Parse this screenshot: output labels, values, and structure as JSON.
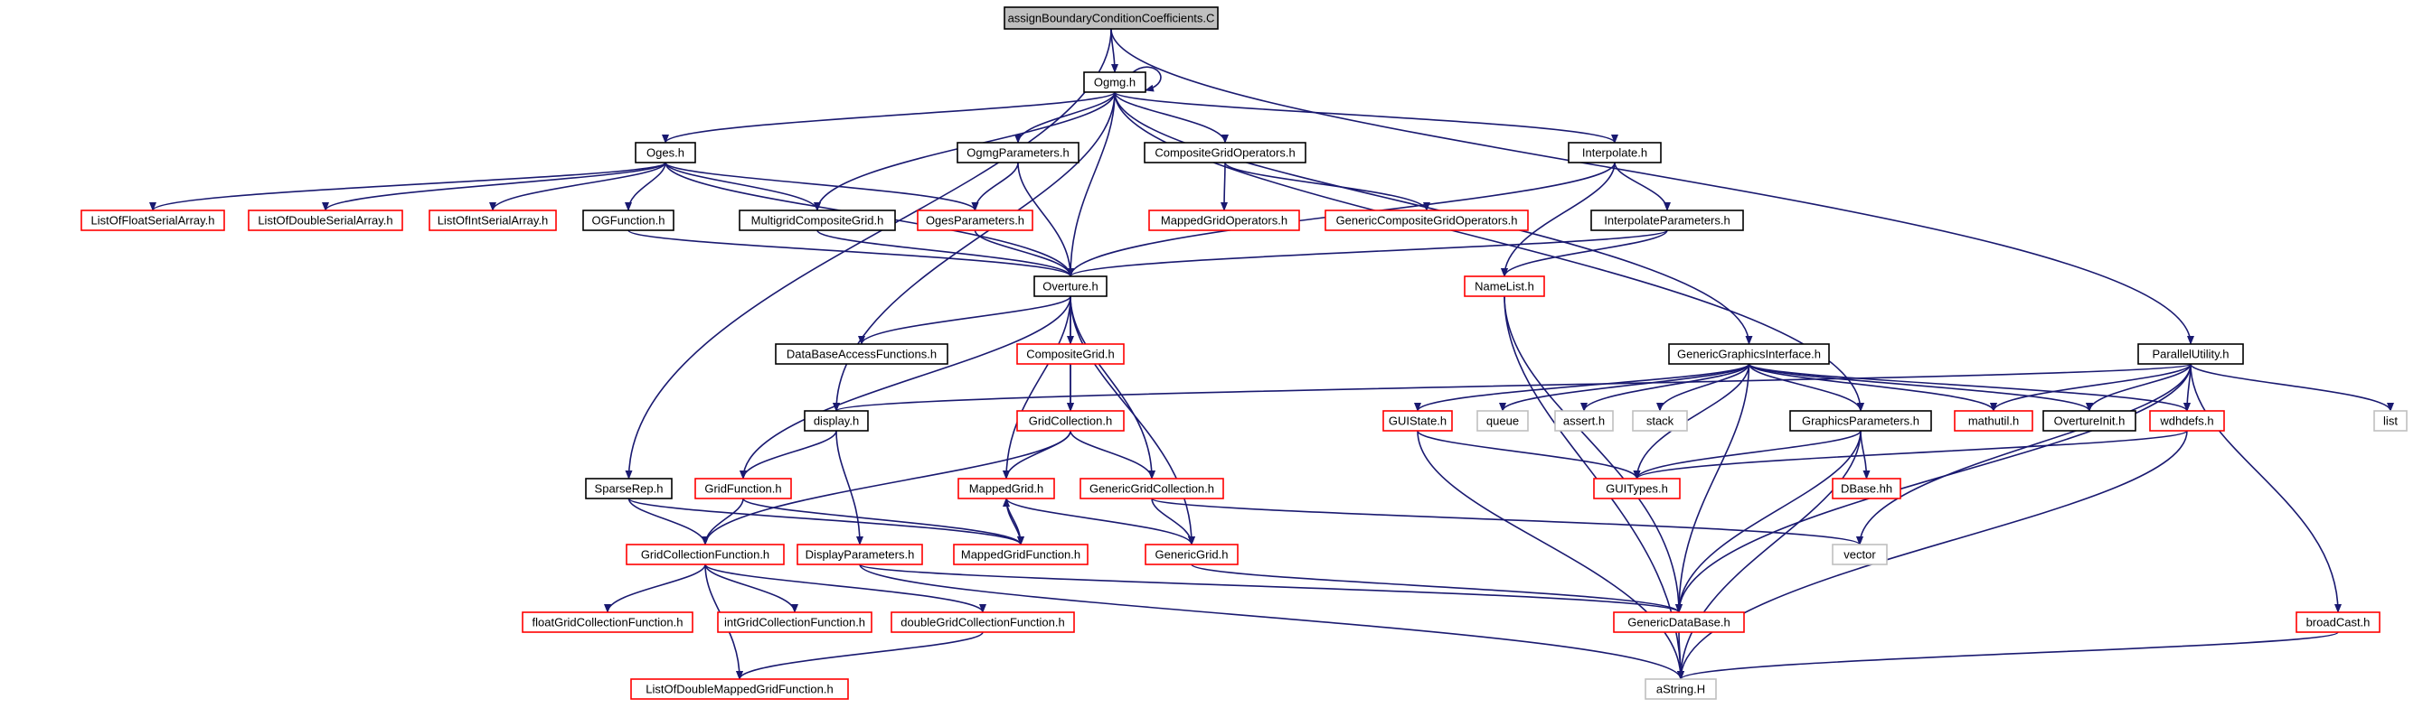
{
  "colors": {
    "edge": "#191970",
    "border_default": "#000000",
    "border_external": "#ff0000",
    "border_system": "#bfbfbf",
    "root_fill": "#bfbfbf",
    "node_fill": "#ffffff"
  },
  "nodes": [
    {
      "id": "root",
      "label": "assignBoundaryConditionCoefficients.C",
      "kind": "root"
    },
    {
      "id": "ogmg",
      "label": "Ogmg.h",
      "kind": "default"
    },
    {
      "id": "oges",
      "label": "Oges.h",
      "kind": "default"
    },
    {
      "id": "ogmgparams",
      "label": "OgmgParameters.h",
      "kind": "default"
    },
    {
      "id": "cgops",
      "label": "CompositeGridOperators.h",
      "kind": "default"
    },
    {
      "id": "interp",
      "label": "Interpolate.h",
      "kind": "default"
    },
    {
      "id": "lofsa",
      "label": "ListOfFloatSerialArray.h",
      "kind": "external"
    },
    {
      "id": "lodsa",
      "label": "ListOfDoubleSerialArray.h",
      "kind": "external"
    },
    {
      "id": "loisa",
      "label": "ListOfIntSerialArray.h",
      "kind": "external"
    },
    {
      "id": "ogfunc",
      "label": "OGFunction.h",
      "kind": "default"
    },
    {
      "id": "mgcg",
      "label": "MultigridCompositeGrid.h",
      "kind": "default"
    },
    {
      "id": "ogesparams",
      "label": "OgesParameters.h",
      "kind": "external"
    },
    {
      "id": "mgops",
      "label": "MappedGridOperators.h",
      "kind": "external"
    },
    {
      "id": "gcgops",
      "label": "GenericCompositeGridOperators.h",
      "kind": "external"
    },
    {
      "id": "interpparams",
      "label": "InterpolateParameters.h",
      "kind": "default"
    },
    {
      "id": "overture",
      "label": "Overture.h",
      "kind": "default"
    },
    {
      "id": "namelist",
      "label": "NameList.h",
      "kind": "external"
    },
    {
      "id": "dbaf",
      "label": "DataBaseAccessFunctions.h",
      "kind": "default"
    },
    {
      "id": "compgrid",
      "label": "CompositeGrid.h",
      "kind": "external"
    },
    {
      "id": "ggi",
      "label": "GenericGraphicsInterface.h",
      "kind": "default"
    },
    {
      "id": "parutil",
      "label": "ParallelUtility.h",
      "kind": "default"
    },
    {
      "id": "display",
      "label": "display.h",
      "kind": "default"
    },
    {
      "id": "gridcoll",
      "label": "GridCollection.h",
      "kind": "external"
    },
    {
      "id": "guistate",
      "label": "GUIState.h",
      "kind": "external"
    },
    {
      "id": "queue",
      "label": "queue",
      "kind": "system"
    },
    {
      "id": "assert",
      "label": "assert.h",
      "kind": "system"
    },
    {
      "id": "stack",
      "label": "stack",
      "kind": "system"
    },
    {
      "id": "gparams",
      "label": "GraphicsParameters.h",
      "kind": "default"
    },
    {
      "id": "mathutil",
      "label": "mathutil.h",
      "kind": "external"
    },
    {
      "id": "ovinit",
      "label": "OvertureInit.h",
      "kind": "default"
    },
    {
      "id": "wdhdefs",
      "label": "wdhdefs.h",
      "kind": "external"
    },
    {
      "id": "list",
      "label": "list",
      "kind": "system"
    },
    {
      "id": "sparserep",
      "label": "SparseRep.h",
      "kind": "default"
    },
    {
      "id": "gridfunc",
      "label": "GridFunction.h",
      "kind": "external"
    },
    {
      "id": "mappedgrid",
      "label": "MappedGrid.h",
      "kind": "external"
    },
    {
      "id": "ggc",
      "label": "GenericGridCollection.h",
      "kind": "external"
    },
    {
      "id": "guitypes",
      "label": "GUITypes.h",
      "kind": "external"
    },
    {
      "id": "dbase",
      "label": "DBase.hh",
      "kind": "external"
    },
    {
      "id": "vector",
      "label": "vector",
      "kind": "system"
    },
    {
      "id": "gcf",
      "label": "GridCollectionFunction.h",
      "kind": "external"
    },
    {
      "id": "dispparams",
      "label": "DisplayParameters.h",
      "kind": "external"
    },
    {
      "id": "mgf",
      "label": "MappedGridFunction.h",
      "kind": "external"
    },
    {
      "id": "gengrid",
      "label": "GenericGrid.h",
      "kind": "external"
    },
    {
      "id": "fgcf",
      "label": "floatGridCollectionFunction.h",
      "kind": "external"
    },
    {
      "id": "igcf",
      "label": "intGridCollectionFunction.h",
      "kind": "external"
    },
    {
      "id": "dgcf",
      "label": "doubleGridCollectionFunction.h",
      "kind": "external"
    },
    {
      "id": "gdb",
      "label": "GenericDataBase.h",
      "kind": "external"
    },
    {
      "id": "broadcast",
      "label": "broadCast.h",
      "kind": "external"
    },
    {
      "id": "lodmgf",
      "label": "ListOfDoubleMappedGridFunction.h",
      "kind": "external"
    },
    {
      "id": "astring",
      "label": "aString.H",
      "kind": "system"
    }
  ],
  "edges": [
    [
      "root",
      "ogmg"
    ],
    [
      "root",
      "parutil"
    ],
    [
      "root",
      "sparserep"
    ],
    [
      "ogmg",
      "ogmg"
    ],
    [
      "ogmg",
      "oges"
    ],
    [
      "ogmg",
      "ogmgparams"
    ],
    [
      "ogmg",
      "cgops"
    ],
    [
      "ogmg",
      "interp"
    ],
    [
      "ogmg",
      "mgcg"
    ],
    [
      "ogmg",
      "overture"
    ],
    [
      "ogmg",
      "display"
    ],
    [
      "ogmg",
      "ggi"
    ],
    [
      "ogmg",
      "gparams"
    ],
    [
      "oges",
      "lofsa"
    ],
    [
      "oges",
      "lodsa"
    ],
    [
      "oges",
      "loisa"
    ],
    [
      "oges",
      "ogfunc"
    ],
    [
      "oges",
      "mgcg"
    ],
    [
      "oges",
      "ogesparams"
    ],
    [
      "oges",
      "overture"
    ],
    [
      "ogmgparams",
      "ogesparams"
    ],
    [
      "ogmgparams",
      "overture"
    ],
    [
      "cgops",
      "mgops"
    ],
    [
      "cgops",
      "gcgops"
    ],
    [
      "interp",
      "interpparams"
    ],
    [
      "interp",
      "overture"
    ],
    [
      "interp",
      "namelist"
    ],
    [
      "interpparams",
      "overture"
    ],
    [
      "interpparams",
      "namelist"
    ],
    [
      "ogfunc",
      "overture"
    ],
    [
      "mgcg",
      "overture"
    ],
    [
      "ogesparams",
      "overture"
    ],
    [
      "overture",
      "dbaf"
    ],
    [
      "overture",
      "compgrid"
    ],
    [
      "overture",
      "gridcoll"
    ],
    [
      "overture",
      "gridfunc"
    ],
    [
      "overture",
      "mappedgrid"
    ],
    [
      "overture",
      "ggc"
    ],
    [
      "overture",
      "gengrid"
    ],
    [
      "namelist",
      "gdb"
    ],
    [
      "namelist",
      "astring"
    ],
    [
      "compgrid",
      "gridcoll"
    ],
    [
      "gridcoll",
      "mappedgrid"
    ],
    [
      "gridcoll",
      "ggc"
    ],
    [
      "gridcoll",
      "gcf"
    ],
    [
      "ggi",
      "guistate"
    ],
    [
      "ggi",
      "queue"
    ],
    [
      "ggi",
      "assert"
    ],
    [
      "ggi",
      "stack"
    ],
    [
      "ggi",
      "gparams"
    ],
    [
      "ggi",
      "mathutil"
    ],
    [
      "ggi",
      "ovinit"
    ],
    [
      "ggi",
      "wdhdefs"
    ],
    [
      "ggi",
      "guitypes"
    ],
    [
      "ggi",
      "gdb"
    ],
    [
      "parutil",
      "display"
    ],
    [
      "parutil",
      "mathutil"
    ],
    [
      "parutil",
      "ovinit"
    ],
    [
      "parutil",
      "wdhdefs"
    ],
    [
      "parutil",
      "list"
    ],
    [
      "parutil",
      "vector"
    ],
    [
      "parutil",
      "gdb"
    ],
    [
      "parutil",
      "broadcast"
    ],
    [
      "display",
      "gridfunc"
    ],
    [
      "display",
      "dispparams"
    ],
    [
      "guistate",
      "guitypes"
    ],
    [
      "guistate",
      "astring"
    ],
    [
      "gparams",
      "guitypes"
    ],
    [
      "gparams",
      "dbase"
    ],
    [
      "gparams",
      "gdb"
    ],
    [
      "gparams",
      "astring"
    ],
    [
      "wdhdefs",
      "guitypes"
    ],
    [
      "wdhdefs",
      "astring"
    ],
    [
      "sparserep",
      "gcf"
    ],
    [
      "sparserep",
      "mgf"
    ],
    [
      "gridfunc",
      "gcf"
    ],
    [
      "gridfunc",
      "mgf"
    ],
    [
      "mappedgrid",
      "mgf"
    ],
    [
      "mgf",
      "mappedgrid"
    ],
    [
      "mappedgrid",
      "gengrid"
    ],
    [
      "ggc",
      "gengrid"
    ],
    [
      "ggc",
      "vector"
    ],
    [
      "gengrid",
      "gdb"
    ],
    [
      "gcf",
      "fgcf"
    ],
    [
      "gcf",
      "igcf"
    ],
    [
      "gcf",
      "dgcf"
    ],
    [
      "gcf",
      "lodmgf"
    ],
    [
      "dispparams",
      "gdb"
    ],
    [
      "dispparams",
      "astring"
    ],
    [
      "dgcf",
      "lodmgf"
    ],
    [
      "gdb",
      "astring"
    ],
    [
      "broadcast",
      "astring"
    ]
  ]
}
